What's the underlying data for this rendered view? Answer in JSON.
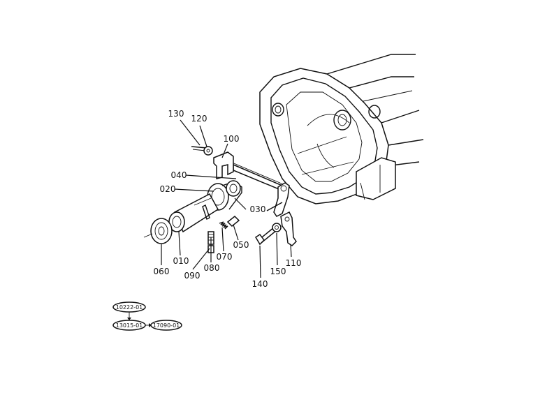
{
  "diagram": {
    "callouts": [
      {
        "id": "130",
        "label": "130"
      },
      {
        "id": "120",
        "label": "120"
      },
      {
        "id": "100",
        "label": "100"
      },
      {
        "id": "040",
        "label": "040"
      },
      {
        "id": "020",
        "label": "020"
      },
      {
        "id": "030",
        "label": "030"
      },
      {
        "id": "050",
        "label": "050"
      },
      {
        "id": "060",
        "label": "060"
      },
      {
        "id": "010",
        "label": "010"
      },
      {
        "id": "090",
        "label": "090"
      },
      {
        "id": "080",
        "label": "080"
      },
      {
        "id": "070",
        "label": "070"
      },
      {
        "id": "140",
        "label": "140"
      },
      {
        "id": "150",
        "label": "150"
      },
      {
        "id": "110",
        "label": "110"
      }
    ],
    "references": [
      {
        "id": "ref-top",
        "label": "10222-01"
      },
      {
        "id": "ref-left",
        "label": "13015-01"
      },
      {
        "id": "ref-right",
        "label": "17090-01"
      }
    ]
  }
}
